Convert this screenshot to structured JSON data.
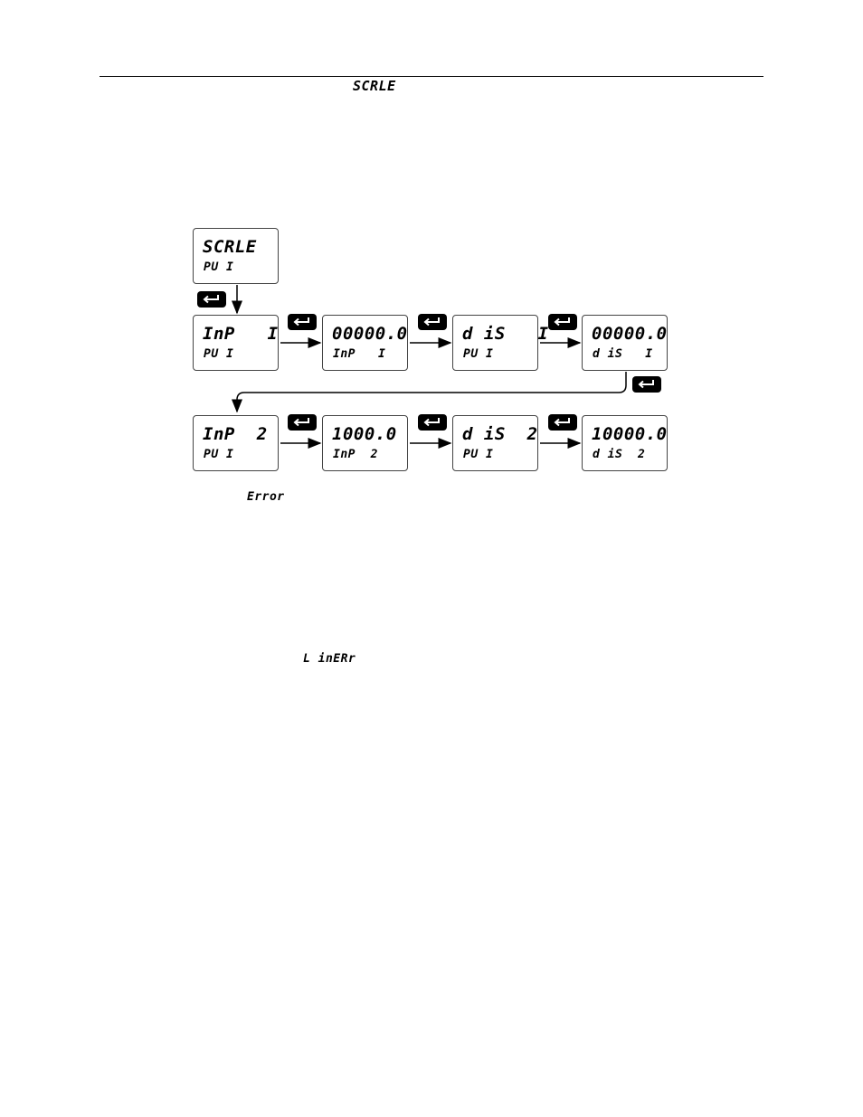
{
  "header": {
    "inline_menu": "SCRLE"
  },
  "diagram": {
    "boxes": [
      {
        "id": "scale",
        "top": "SCRLE",
        "bottom": "PU I"
      },
      {
        "id": "inp1",
        "top": "InP   I",
        "bottom": "PU I"
      },
      {
        "id": "val1",
        "top": "00000.0",
        "bottom": "InP   I"
      },
      {
        "id": "dis1",
        "top": "d iS   I",
        "bottom": "PU I"
      },
      {
        "id": "dval1",
        "top": "00000.0",
        "bottom": "d iS   I"
      },
      {
        "id": "inp2",
        "top": "InP  2",
        "bottom": "PU I"
      },
      {
        "id": "val2",
        "top": "1000.0",
        "bottom": "InP  2"
      },
      {
        "id": "dis2",
        "top": "d iS  2",
        "bottom": "PU I"
      },
      {
        "id": "dval2",
        "top": "10000.0",
        "bottom": "d iS  2"
      }
    ],
    "enter_icon": "enter-return-icon"
  },
  "notes": {
    "error_text": "Error",
    "linear_text": "L inERr"
  }
}
